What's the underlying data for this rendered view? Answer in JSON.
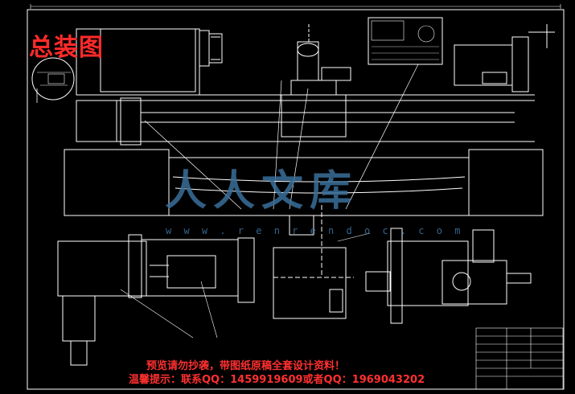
{
  "drawing": {
    "title": "总装图",
    "watermark_text": "人人文库",
    "watermark_url": "w w w . r e n r e n d o c . c o m",
    "notice_line1": "预览请勿抄袭，带图纸原稿全套设计资料！",
    "notice_line2": "温馨提示：联系QQ：1459919609或者QQ：1969043202"
  },
  "colors": {
    "background": "#000000",
    "line": "#ffffff",
    "accent_red": "#ff2a2a",
    "watermark": "#3a6f9b"
  }
}
